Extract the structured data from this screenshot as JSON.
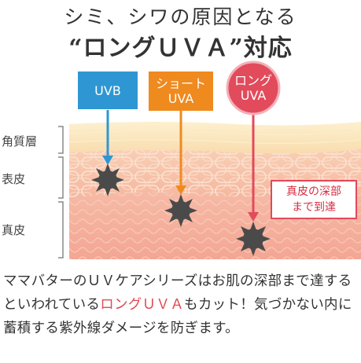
{
  "header": {
    "title_line1": "シミ、シワの原因となる",
    "title_line2": "“ロングＵＶＡ”対応"
  },
  "layers": {
    "stratum_corneum": "角質層",
    "epidermis": "表皮",
    "dermis": "真皮"
  },
  "rays": {
    "uvb": {
      "line1": "UVB",
      "line2": ""
    },
    "short_uva": {
      "line1": "ショート",
      "line2": "UVA"
    },
    "long_uva": {
      "line1": "ロング",
      "line2": "UVA"
    }
  },
  "callout": {
    "line1": "真皮の深部",
    "line2": "まで到達"
  },
  "description": {
    "part1": "ママバターのＵＶケアシリーズはお肌の深部まで達するといわれている",
    "highlight": "ロングＵＶＡ",
    "part2": "もカット！気づかない内に蓄積する紫外線ダメージを防ぎます。"
  },
  "colors": {
    "uvb": "#2e97d3",
    "short_uva": "#ef8a1f",
    "long_uva": "#e24b5c",
    "highlight": "#e04a52",
    "skin_top": "#fbe4b9",
    "skin_mid": "#f8c4a8",
    "skin_deep": "#f4ab9b"
  }
}
